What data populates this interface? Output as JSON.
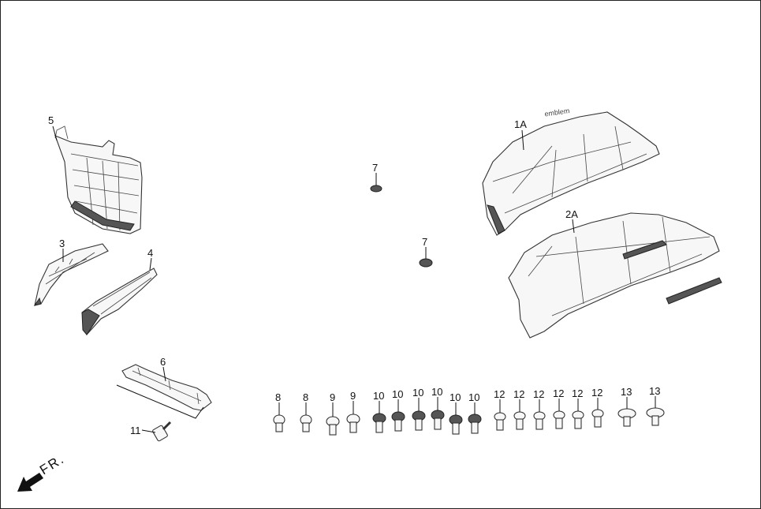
{
  "callouts": [
    {
      "id": "c1A",
      "text": "1A"
    },
    {
      "id": "c2A",
      "text": "2A"
    },
    {
      "id": "c3",
      "text": "3"
    },
    {
      "id": "c4",
      "text": "4"
    },
    {
      "id": "c5",
      "text": "5"
    },
    {
      "id": "c6",
      "text": "6"
    },
    {
      "id": "c7a",
      "text": "7"
    },
    {
      "id": "c7b",
      "text": "7"
    },
    {
      "id": "c8a",
      "text": "8"
    },
    {
      "id": "c8b",
      "text": "8"
    },
    {
      "id": "c9a",
      "text": "9"
    },
    {
      "id": "c9b",
      "text": "9"
    },
    {
      "id": "c10a",
      "text": "10"
    },
    {
      "id": "c10b",
      "text": "10"
    },
    {
      "id": "c10c",
      "text": "10"
    },
    {
      "id": "c10d",
      "text": "10"
    },
    {
      "id": "c10e",
      "text": "10"
    },
    {
      "id": "c11",
      "text": "11"
    },
    {
      "id": "c12a",
      "text": "12"
    },
    {
      "id": "c12b",
      "text": "12"
    },
    {
      "id": "c12c",
      "text": "12"
    },
    {
      "id": "c12d",
      "text": "12"
    },
    {
      "id": "c12e",
      "text": "12"
    },
    {
      "id": "c12f",
      "text": "12"
    },
    {
      "id": "c13a",
      "text": "13"
    },
    {
      "id": "c13b",
      "text": "13"
    }
  ],
  "front_marker": "FR."
}
